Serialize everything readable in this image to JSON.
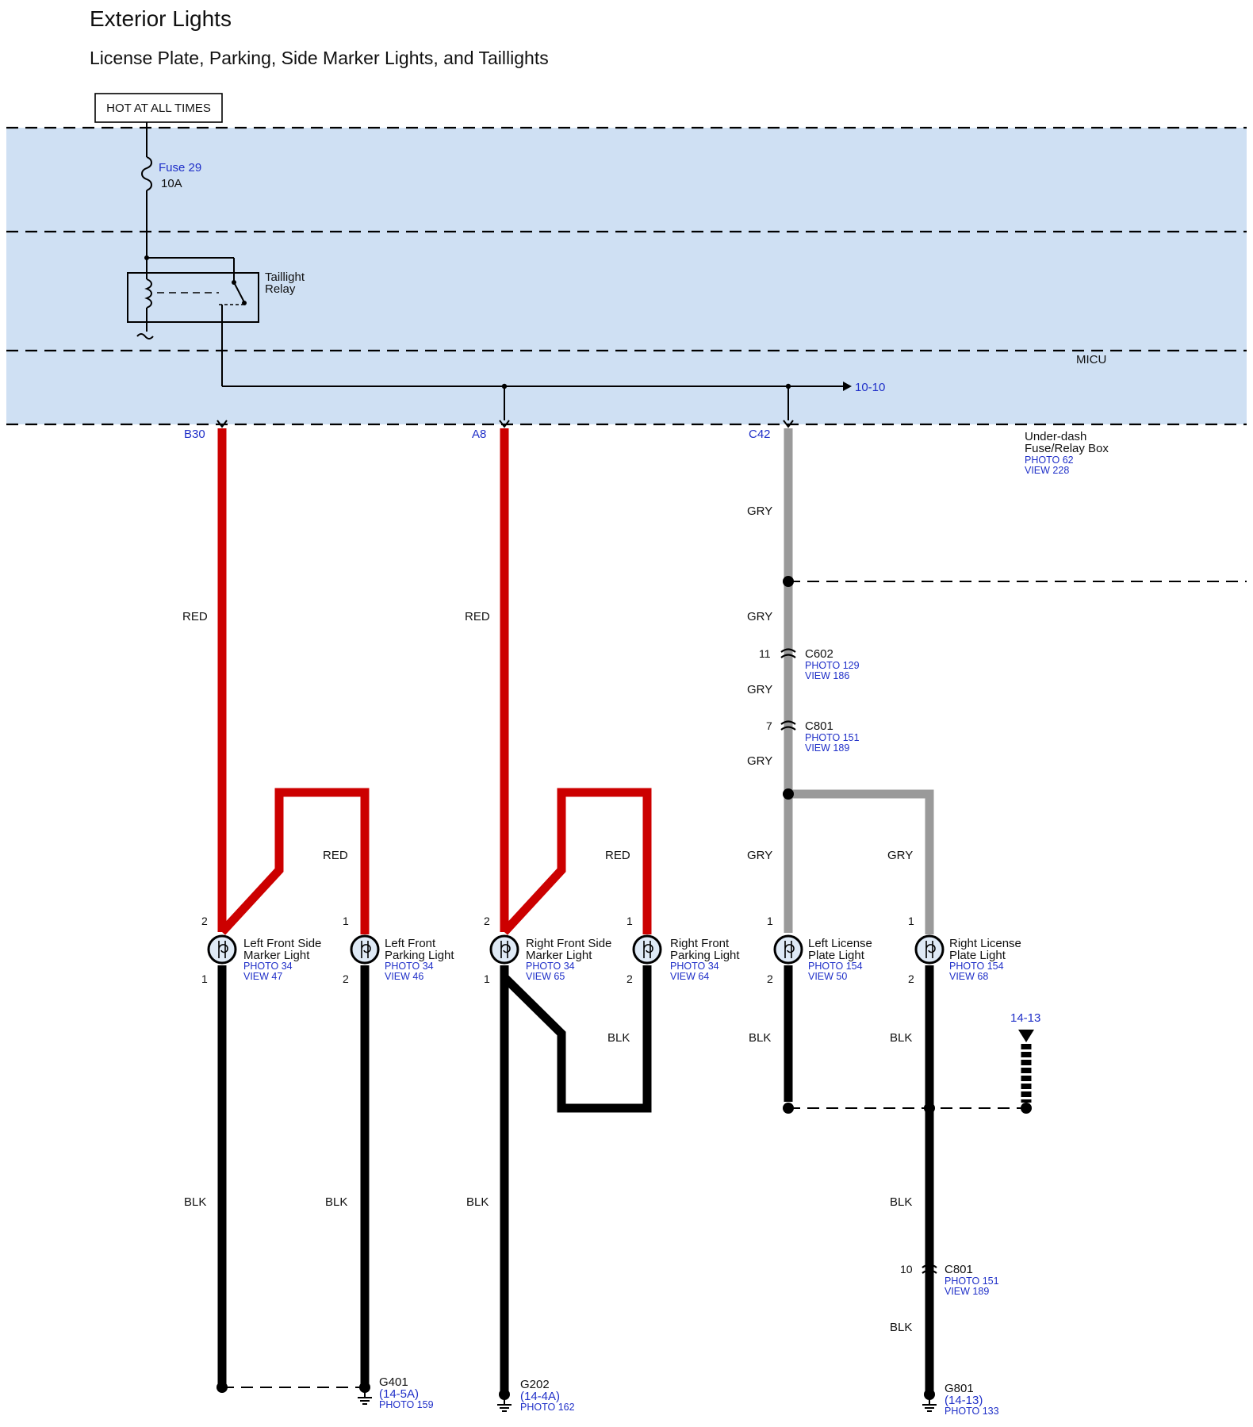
{
  "title": "Exterior Lights",
  "subtitle": "License Plate, Parking, Side Marker Lights, and Taillights",
  "power_label": "HOT AT ALL TIMES",
  "fuse": {
    "name": "Fuse 29",
    "rating": "10A"
  },
  "relay": {
    "line1": "Taillight",
    "line2": "Relay"
  },
  "micu": "MICU",
  "ref_10_10": "10-10",
  "box": {
    "line1": "Under-dash",
    "line2": "Fuse/Relay Box",
    "photo": "PHOTO 62",
    "view": "VIEW 228"
  },
  "terminals": {
    "b30": "B30",
    "a8": "A8",
    "c42": "C42"
  },
  "wires": {
    "red": "RED",
    "gry": "GRY",
    "blk": "BLK"
  },
  "c602": {
    "pin": "11",
    "name": "C602",
    "photo": "PHOTO 129",
    "view": "VIEW 186"
  },
  "c801a": {
    "pin": "7",
    "name": "C801",
    "photo": "PHOTO 151",
    "view": "VIEW 189"
  },
  "c801b": {
    "pin": "10",
    "name": "C801",
    "photo": "PHOTO 151",
    "view": "VIEW 189"
  },
  "lights": {
    "lfsm": {
      "line1": "Left Front Side",
      "line2": "Marker Light",
      "photo": "PHOTO 34",
      "view": "VIEW 47",
      "pin_top": "2",
      "pin_bot": "1"
    },
    "lfp": {
      "line1": "Left Front",
      "line2": "Parking Light",
      "photo": "PHOTO 34",
      "view": "VIEW 46",
      "pin_top": "1",
      "pin_bot": "2"
    },
    "rfsm": {
      "line1": "Right Front Side",
      "line2": "Marker Light",
      "photo": "PHOTO 34",
      "view": "VIEW 65",
      "pin_top": "2",
      "pin_bot": "1"
    },
    "rfp": {
      "line1": "Right Front",
      "line2": "Parking Light",
      "photo": "PHOTO 34",
      "view": "VIEW 64",
      "pin_top": "1",
      "pin_bot": "2"
    },
    "llp": {
      "line1": "Left License",
      "line2": "Plate Light",
      "photo": "PHOTO 154",
      "view": "VIEW 50",
      "pin_top": "1",
      "pin_bot": "2"
    },
    "rlp": {
      "line1": "Right License",
      "line2": "Plate Light",
      "photo": "PHOTO 154",
      "view": "VIEW 68",
      "pin_top": "1",
      "pin_bot": "2"
    }
  },
  "ref_14_13": "14-13",
  "grounds": {
    "g401": {
      "name": "G401",
      "ref": "(14-5A)",
      "photo": "PHOTO 159"
    },
    "g202": {
      "name": "G202",
      "ref": "(14-4A)",
      "photo": "PHOTO 162"
    },
    "g801": {
      "name": "G801",
      "ref": "(14-13)",
      "photo": "PHOTO 133"
    }
  },
  "colors": {
    "red": "#cc0000",
    "gry": "#9a9a9a",
    "blk": "#000000",
    "band": "#cfe0f3",
    "blue": "#1f2fc8"
  }
}
